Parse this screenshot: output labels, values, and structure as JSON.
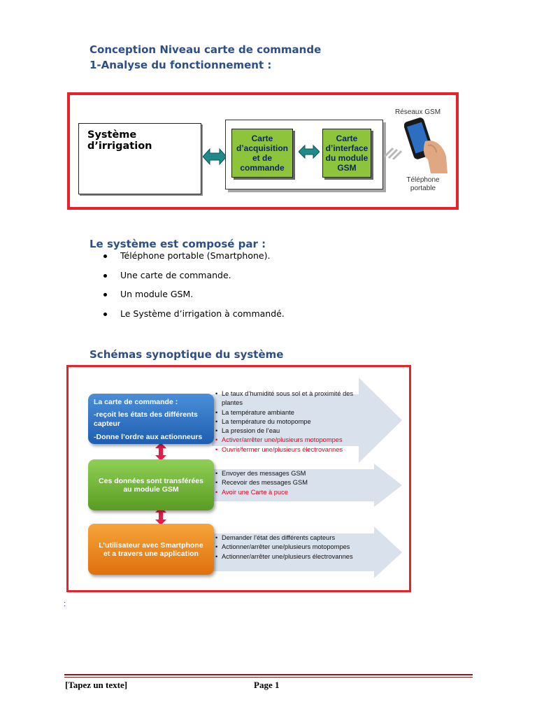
{
  "headings": {
    "title": "Conception Niveau carte de commande",
    "subtitle": "1-Analyse du fonctionnement :",
    "composed": "Le système est composé par :",
    "synoptic": "Schémas synoptique du système"
  },
  "figure1": {
    "system_box": "Système d’irrigation",
    "card_acq": [
      "Carte",
      "d’acquisition",
      "et de",
      "commande"
    ],
    "card_gsm": [
      "Carte",
      "d’interface",
      "du module",
      "GSM"
    ],
    "network_label": "Réseaux GSM",
    "phone_label": [
      "Téléphone",
      "portable"
    ]
  },
  "components": [
    "Téléphone portable (Smartphone).",
    "Une carte de commande.",
    "Un module GSM.",
    "Le Système d’irrigation à commandé."
  ],
  "figure2": {
    "blue_box": [
      "La carte de  commande :",
      "-reçoit les états des différents",
      "capteur",
      "-Donne l’ordre aux actionneurs"
    ],
    "green_box": [
      "Ces données sont  transférées",
      "au module GSM"
    ],
    "orange_box": [
      "L’utilisateur avec Smartphone",
      "et a travers  une application"
    ],
    "list1": [
      {
        "text": "Le taux d’humidité  sous sol et à proximité  des",
        "red": false
      },
      {
        "text": "plantes",
        "red": false,
        "cont": true
      },
      {
        "text": "La température ambiante",
        "red": false
      },
      {
        "text": "La température du motopompe",
        "red": false
      },
      {
        "text": "La pression de l’eau",
        "red": false
      },
      {
        "text": "Activer/arrêter  une/plusieurs  motopompes",
        "red": true
      },
      {
        "text": "Ouvrir/fermer une/plusieurs  électrovannes",
        "red": true
      }
    ],
    "list2": [
      {
        "text": "Envoyer des messages GSM",
        "red": false
      },
      {
        "text": "Recevoir des messages GSM",
        "red": false
      },
      {
        "text": "Avoir une Carte à puce",
        "red": true
      }
    ],
    "list3": [
      {
        "text": "Demander  l’état des différents  capteurs",
        "red": false
      },
      {
        "text": "Actionner/arrêter  une/plusieurs  motopompes",
        "red": false
      },
      {
        "text": "Actionner/arrêter  une/plusieurs  électrovannes",
        "red": false
      }
    ]
  },
  "stray_mark": ":",
  "footer": {
    "left": "[Tapez un texte]",
    "right": "Page 1"
  }
}
